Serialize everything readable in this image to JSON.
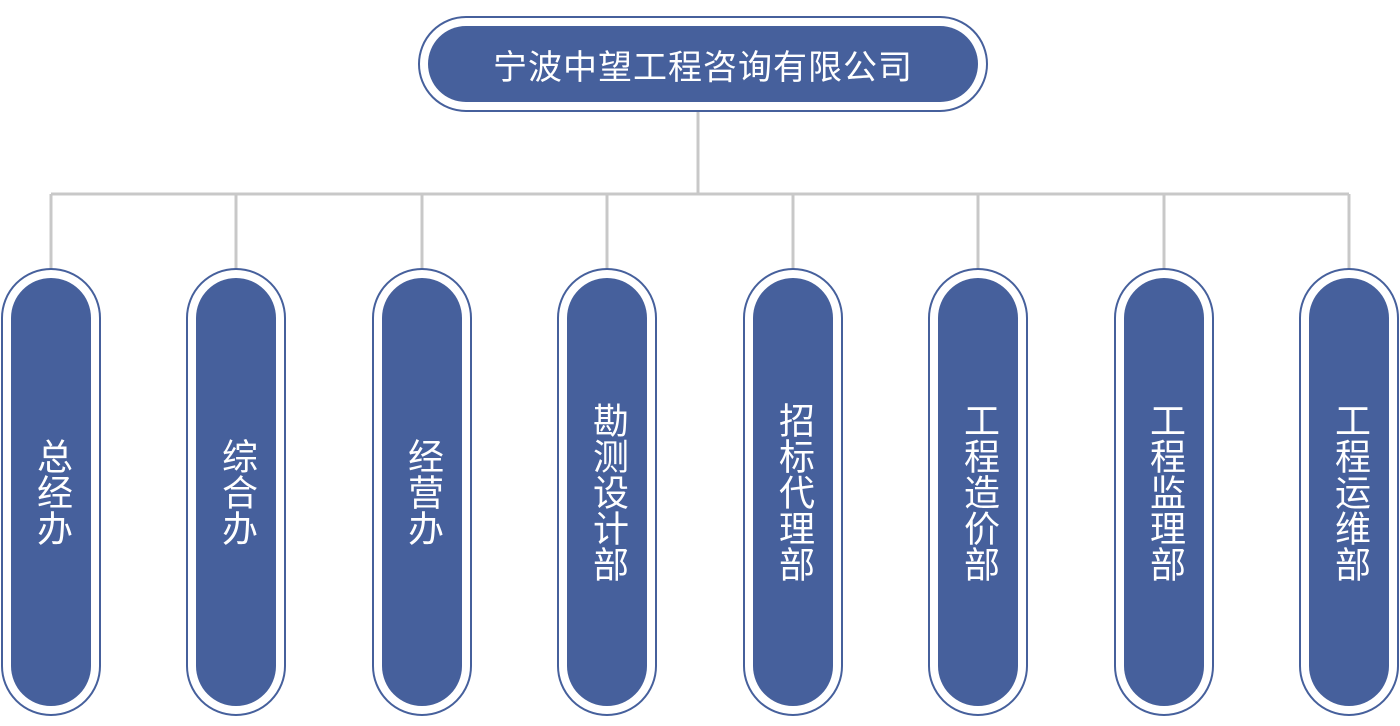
{
  "root": {
    "label": "宁波中望工程咨询有限公司"
  },
  "departments": [
    {
      "label": "总经办"
    },
    {
      "label": "综合办"
    },
    {
      "label": "经营办"
    },
    {
      "label": "勘测设计部"
    },
    {
      "label": "招标代理部"
    },
    {
      "label": "工程造价部"
    },
    {
      "label": "工程监理部"
    },
    {
      "label": "工程运维部"
    }
  ],
  "colors": {
    "node_fill": "#46609c",
    "node_border": "#46609c",
    "connector": "#c8c8c8",
    "text": "#ffffff"
  }
}
